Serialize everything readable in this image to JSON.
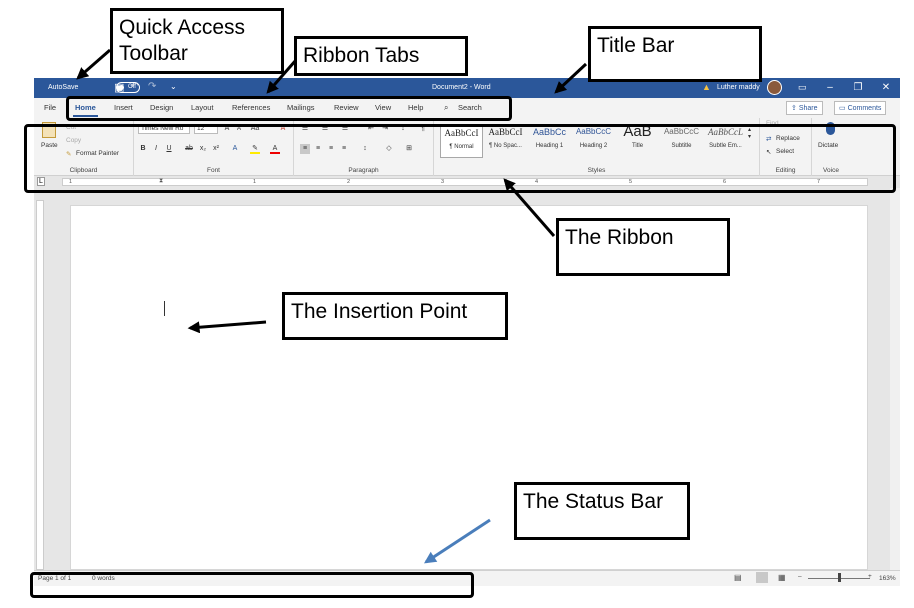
{
  "title_bar": {
    "autosave_label": "AutoSave",
    "autosave_state": "Off",
    "doc_title": "Document2  -  Word",
    "user_name": "Luther maddy",
    "minimize": "–",
    "restore": "❐",
    "close": "✕"
  },
  "tabs": [
    "File",
    "Home",
    "Insert",
    "Design",
    "Layout",
    "References",
    "Mailings",
    "Review",
    "View",
    "Help"
  ],
  "active_tab": "Home",
  "search_label": "Search",
  "share_label": "Share",
  "comments_label": "Comments",
  "ribbon": {
    "clipboard": {
      "label": "Clipboard",
      "paste": "Paste",
      "cut": "Cut",
      "copy": "Copy",
      "format_painter": "Format Painter"
    },
    "font": {
      "label": "Font",
      "font_name": "Times New Ro",
      "font_size": "12"
    },
    "paragraph": {
      "label": "Paragraph"
    },
    "styles": {
      "label": "Styles",
      "items": [
        {
          "sample": "AaBbCcI",
          "name": "¶ Normal"
        },
        {
          "sample": "AaBbCcI",
          "name": "¶ No Spac..."
        },
        {
          "sample": "AaBbCc",
          "name": "Heading 1"
        },
        {
          "sample": "AaBbCcC",
          "name": "Heading 2"
        },
        {
          "sample": "AaB",
          "name": "Title"
        },
        {
          "sample": "AaBbCcC",
          "name": "Subtitle"
        },
        {
          "sample": "AaBbCcL",
          "name": "Subtle Em..."
        }
      ]
    },
    "editing": {
      "label": "Editing",
      "find": "Find",
      "replace": "Replace",
      "select": "Select"
    },
    "voice": {
      "label": "Voice",
      "dictate": "Dictate"
    }
  },
  "ruler": {
    "left_marker": "L",
    "numbers": [
      "1",
      "1",
      "2",
      "3",
      "4",
      "5",
      "6",
      "7"
    ]
  },
  "status_bar": {
    "page": "Page 1 of 1",
    "words": "0 words",
    "zoom": "163%"
  },
  "annotations": {
    "qat": "Quick Access Toolbar",
    "ribbon_tabs": "Ribbon Tabs",
    "title_bar": "Title Bar",
    "the_ribbon": "The Ribbon",
    "insertion_point": "The Insertion Point",
    "status_bar": "The Status Bar"
  },
  "colors": {
    "title_bar": "#2b579a",
    "arrow_blue": "#4a7ebb",
    "annotation": "#000000"
  }
}
